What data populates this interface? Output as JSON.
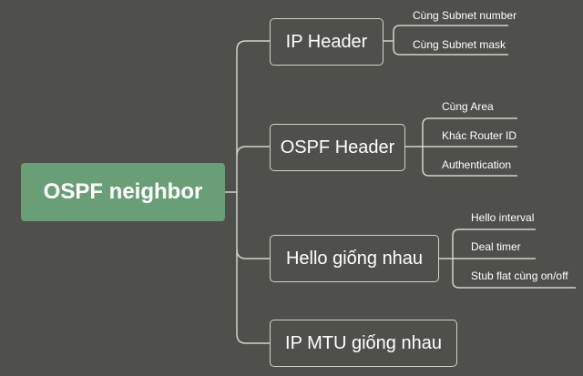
{
  "root": {
    "label": "OSPF neighbor"
  },
  "branches": [
    {
      "label": "IP Header",
      "leaves": [
        "Cùng Subnet number",
        "Cùng Subnet mask"
      ]
    },
    {
      "label": "OSPF Header",
      "leaves": [
        "Cùng Area",
        "Khác Router ID",
        "Authentication"
      ]
    },
    {
      "label": "Hello giống nhau",
      "leaves": [
        "Hello interval",
        "Deal timer",
        "Stub flat cùng on/off"
      ]
    },
    {
      "label": "IP MTU giống nhau",
      "leaves": []
    }
  ],
  "colors": {
    "background": "#4f4f4c",
    "root_fill": "#6a9e77",
    "line": "#d3d3cc",
    "text": "#ffffff"
  }
}
